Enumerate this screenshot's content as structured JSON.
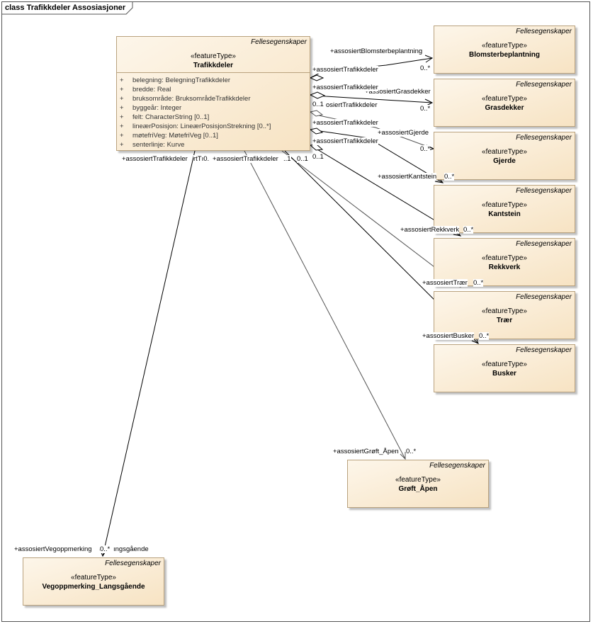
{
  "frame": {
    "title": "class Trafikkdeler Assosiasjoner"
  },
  "main_class": {
    "package": "Fellesegenskaper",
    "stereotype": "«featureType»",
    "name": "Trafikkdeler",
    "attributes": [
      {
        "vis": "+",
        "text": "belegning: BelegningTrafikkdeler"
      },
      {
        "vis": "+",
        "text": "bredde: Real"
      },
      {
        "vis": "+",
        "text": "bruksområde: BruksområdeTrafikkdeler"
      },
      {
        "vis": "+",
        "text": "byggeår: Integer"
      },
      {
        "vis": "+",
        "text": "felt: CharacterString [0..1]"
      },
      {
        "vis": "+",
        "text": "lineærPosisjon: LineærPosisjonStrekning [0..*]"
      },
      {
        "vis": "+",
        "text": "møtefriVeg: MøtefriVeg [0..1]"
      },
      {
        "vis": "+",
        "text": "senterlinje: Kurve"
      }
    ]
  },
  "classes": [
    {
      "key": "blomster",
      "package": "Fellesegenskaper",
      "stereotype": "«featureType»",
      "name": "Blomsterbeplantning"
    },
    {
      "key": "gras",
      "package": "Fellesegenskaper",
      "stereotype": "«featureType»",
      "name": "Grasdekker"
    },
    {
      "key": "gjerde",
      "package": "Fellesegenskaper",
      "stereotype": "«featureType»",
      "name": "Gjerde"
    },
    {
      "key": "kantstein",
      "package": "Fellesegenskaper",
      "stereotype": "«featureType»",
      "name": "Kantstein"
    },
    {
      "key": "rekkverk",
      "package": "Fellesegenskaper",
      "stereotype": "«featureType»",
      "name": "Rekkverk"
    },
    {
      "key": "traer",
      "package": "Fellesegenskaper",
      "stereotype": "«featureType»",
      "name": "Trær"
    },
    {
      "key": "busker",
      "package": "Fellesegenskaper",
      "stereotype": "«featureType»",
      "name": "Busker"
    },
    {
      "key": "groft",
      "package": "Fellesegenskaper",
      "stereotype": "«featureType»",
      "name": "Grøft_Åpen"
    },
    {
      "key": "vegopp",
      "package": "Fellesegenskaper",
      "stereotype": "«featureType»",
      "name": "Vegoppmerking_Langsgående"
    }
  ],
  "labels": {
    "blomster_role": "+assosiertBlomsterbeplantning",
    "blomster_mult": "0..*",
    "src_role_1": "+assosiertTrafikkdeler",
    "gras_role": "+assosiertGrasdekker",
    "gras_mult": "0..*",
    "src_role_2": "+assosiertTrafikkdeler",
    "src_mult_2": "0..1",
    "src_role_3": "osiertTrafikkdeler",
    "src_role_4": "+assosiertTrafikkdeler",
    "gjerde_role": "+assosiertGjerde",
    "gjerde_mult": "0..*",
    "src_role_5": "+assosiertTrafikkdeler",
    "src_mult_5": "0..1",
    "kantstein_role": "+assosiertKantstein",
    "kantstein_mult": "0..*",
    "rekkverk_role": "+assosiertRekkverk",
    "rekkverk_mult": "0..*",
    "traer_role": "+assosiertTrær",
    "traer_mult": "0..*",
    "busker_role": "+assosiertBusker",
    "busker_mult": "0..*",
    "groft_role": "+assosiertGrøft_Åpen",
    "groft_mult": "0..*",
    "bottom_src_a": "+assosiertTrafikkdeler",
    "bottom_src_a_tail": "rtTı0.",
    "bottom_src_b": "+assosiertTrafikkdeler",
    "bottom_mult_b": "..1",
    "bottom_mult_c": "0..1",
    "vegopp_role": "+assosiertVegoppmerking",
    "vegopp_mult": "0..*",
    "vegopp_tail": "ıngsgående"
  },
  "colors": {
    "class_fill_top": "#fdf6ea",
    "class_fill_bottom": "#f7e3c3",
    "class_border": "#b9a27e",
    "line": "#000000",
    "line_light": "#555555"
  }
}
